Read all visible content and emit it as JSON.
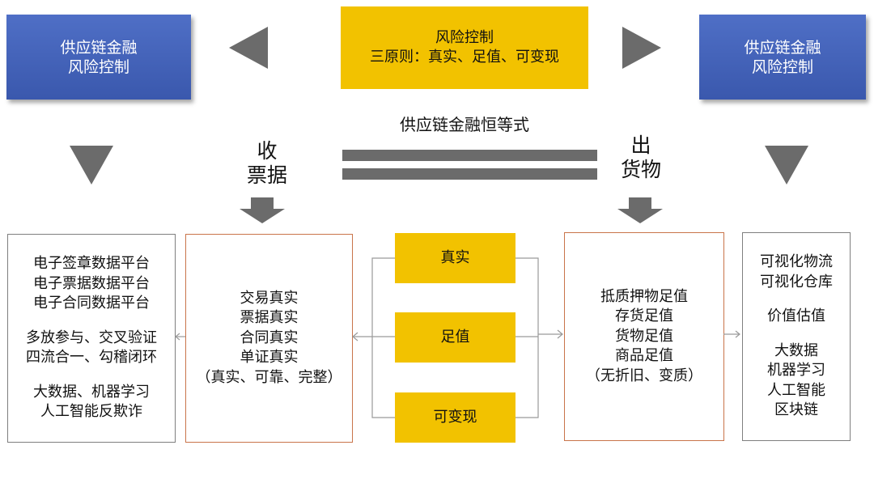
{
  "top_left_box": {
    "line1": "供应链金融",
    "line2": "风险控制"
  },
  "top_center_box": {
    "line1": "风险控制",
    "line2": "三原则：真实、足值、可变现"
  },
  "top_right_box": {
    "line1": "供应链金融",
    "line2": "风险控制"
  },
  "equation_title": "供应链金融恒等式",
  "left_label": {
    "line1": "收",
    "line2": "票据"
  },
  "right_label": {
    "line1": "出",
    "line2": "货物"
  },
  "principles": [
    "真实",
    "足值",
    "可变现"
  ],
  "far_left_box": {
    "group1": [
      "电子签章数据平台",
      "电子票据数据平台",
      "电子合同数据平台"
    ],
    "group2": [
      "多放参与、交叉验证",
      "四流合一、勾稽闭环"
    ],
    "group3": [
      "大数据、机器学习",
      "人工智能反欺诈"
    ]
  },
  "left_box": [
    "交易真实",
    "票据真实",
    "合同真实",
    "单证真实",
    "（真实、可靠、完整）"
  ],
  "right_box": [
    "抵质押物足值",
    "存货足值",
    "货物足值",
    "商品足值",
    "（无折旧、变质）"
  ],
  "far_right_box": {
    "group1": [
      "可视化物流",
      "可视化仓库"
    ],
    "group2": [
      "价值估值"
    ],
    "group3": [
      "大数据",
      "机器学习",
      "人工智能",
      "区块链"
    ]
  },
  "colors": {
    "blue": "#3f5fb8",
    "gold": "#f2c200",
    "gray_arrow": "#6b6b6b",
    "orange_border": "#c9744a"
  }
}
